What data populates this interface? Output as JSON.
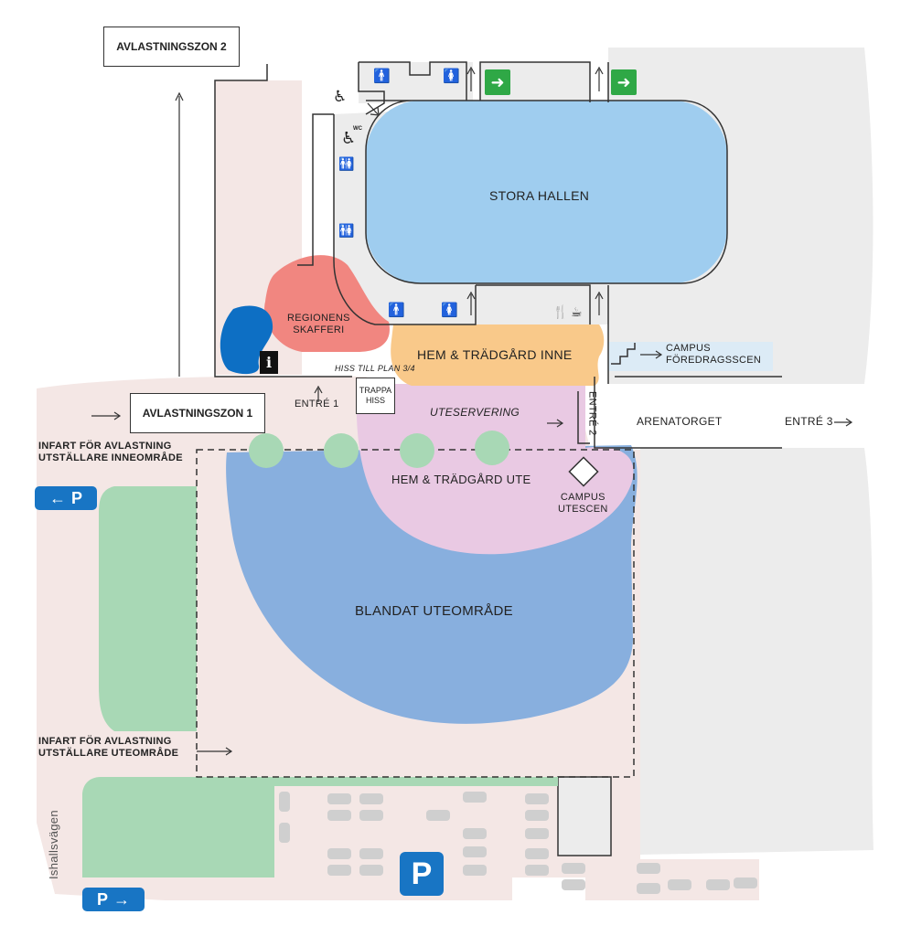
{
  "zones": {
    "stora_hallen": "STORA HALLEN",
    "regionens_skafferi": "REGIONENS\nSKAFFERI",
    "hem_tradgard_inne": "HEM & TRÄDGÅRD INNE",
    "hem_tradgard_ute": "HEM & TRÄDGÅRD UTE",
    "uteservering": "UTESERVERING",
    "blandat_uteomrade": "BLANDAT UTEOMRÅDE",
    "campus_utescen": "CAMPUS\nUTESCEN",
    "campus_foredragsscen": "CAMPUS\nFÖREDRAGSSCEN",
    "arenatorget": "ARENATORGET"
  },
  "labels": {
    "avlastningszon_2": "AVLASTNINGSZON 2",
    "avlastningszon_1": "AVLASTNINGSZON 1",
    "entre_1": "ENTRÉ 1",
    "entre_2": "ENTRÉ 2",
    "entre_3": "ENTRÉ 3",
    "hiss_till_plan": "HISS TILL PLAN 3/4",
    "trappa_hiss": "TRAPPA\nHISS",
    "infart_inne": "INFART FÖR AVLASTNING\nUTSTÄLLARE INNEOMRÅDE",
    "infart_ute": "INFART FÖR AVLASTNING\nUTSTÄLLARE UTEOMRÅDE",
    "ishallsvagen": "Ishallsvägen",
    "info": "i",
    "wc": "WC",
    "parking": "P"
  },
  "icons": {
    "toilet": "toilet-icon",
    "wheelchair": "wheelchair-icon",
    "emergency_exit": "emergency-exit-icon",
    "restaurant": "restaurant-icon",
    "cafe": "cafe-icon",
    "stairs": "stairs-icon",
    "info": "info-icon",
    "parking": "parking-icon"
  },
  "colors": {
    "stora_hallen": "#9fcdef",
    "regionens_skafferi": "#f18680",
    "hem_tradgard_inne": "#f9c98a",
    "hem_tradgard_ute": "#e9c9e3",
    "blandat_uteomrade": "#88afde",
    "green_area": "#a8d8b5",
    "info_blob": "#0d6fc4",
    "campus_foredragsscen": "#dcebf6",
    "grounds": "#f4e7e5",
    "building": "#ececec",
    "exit_sign": "#2fa846",
    "parking_sign": "#1875c4"
  }
}
